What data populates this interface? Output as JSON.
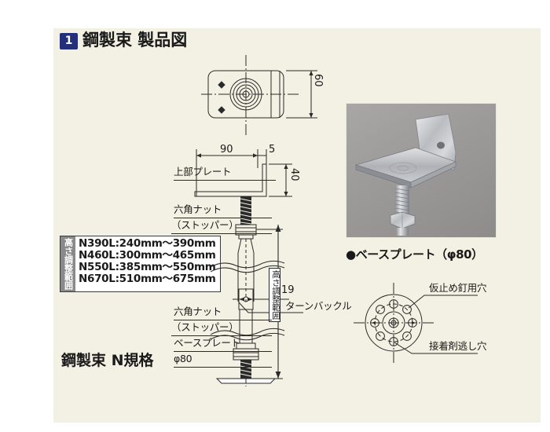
{
  "page": {
    "background_color": "#f3f1e3",
    "outer_background": "#ffffff"
  },
  "header": {
    "badge": "1",
    "badge_color": "#242f7a",
    "title": "鋼製束 製品図"
  },
  "height_table": {
    "side_label": "高さ調整範囲",
    "side_label_bg": "#8a8a8a",
    "rows": [
      "N390L:240mm〜390mm",
      "N460L:300mm〜465mm",
      "N550L:385mm〜550mm",
      "N670L:510mm〜675mm"
    ]
  },
  "footer": {
    "caption": "鋼製束 N規格"
  },
  "drawing": {
    "labels": {
      "upper_plate": "上部プレート",
      "hex_nut_top": "六角ナット",
      "stopper_top": "（ストッパー）",
      "hex_nut_bottom": "六角ナット",
      "stopper_bottom": "（ストッパー）",
      "base_plate": "ベースプレート",
      "base_plate_dia": "φ80",
      "turnbuckle": "ターンバックル",
      "height_range": "高さ調整範囲"
    },
    "dimensions": {
      "top_view_depth": "60",
      "plate_width": "90",
      "plate_thickness": "5",
      "plate_height": "40",
      "turnbuckle_width": "19"
    }
  },
  "photo": {
    "caption": "●ベースプレート（φ80）",
    "alt_name": "steel-post-support-photo"
  },
  "base_plate_detail": {
    "labels": {
      "nail_hole": "仮止め釘用穴",
      "adhesive_hole": "接着剤逃し穴"
    },
    "hole_count": 8
  }
}
